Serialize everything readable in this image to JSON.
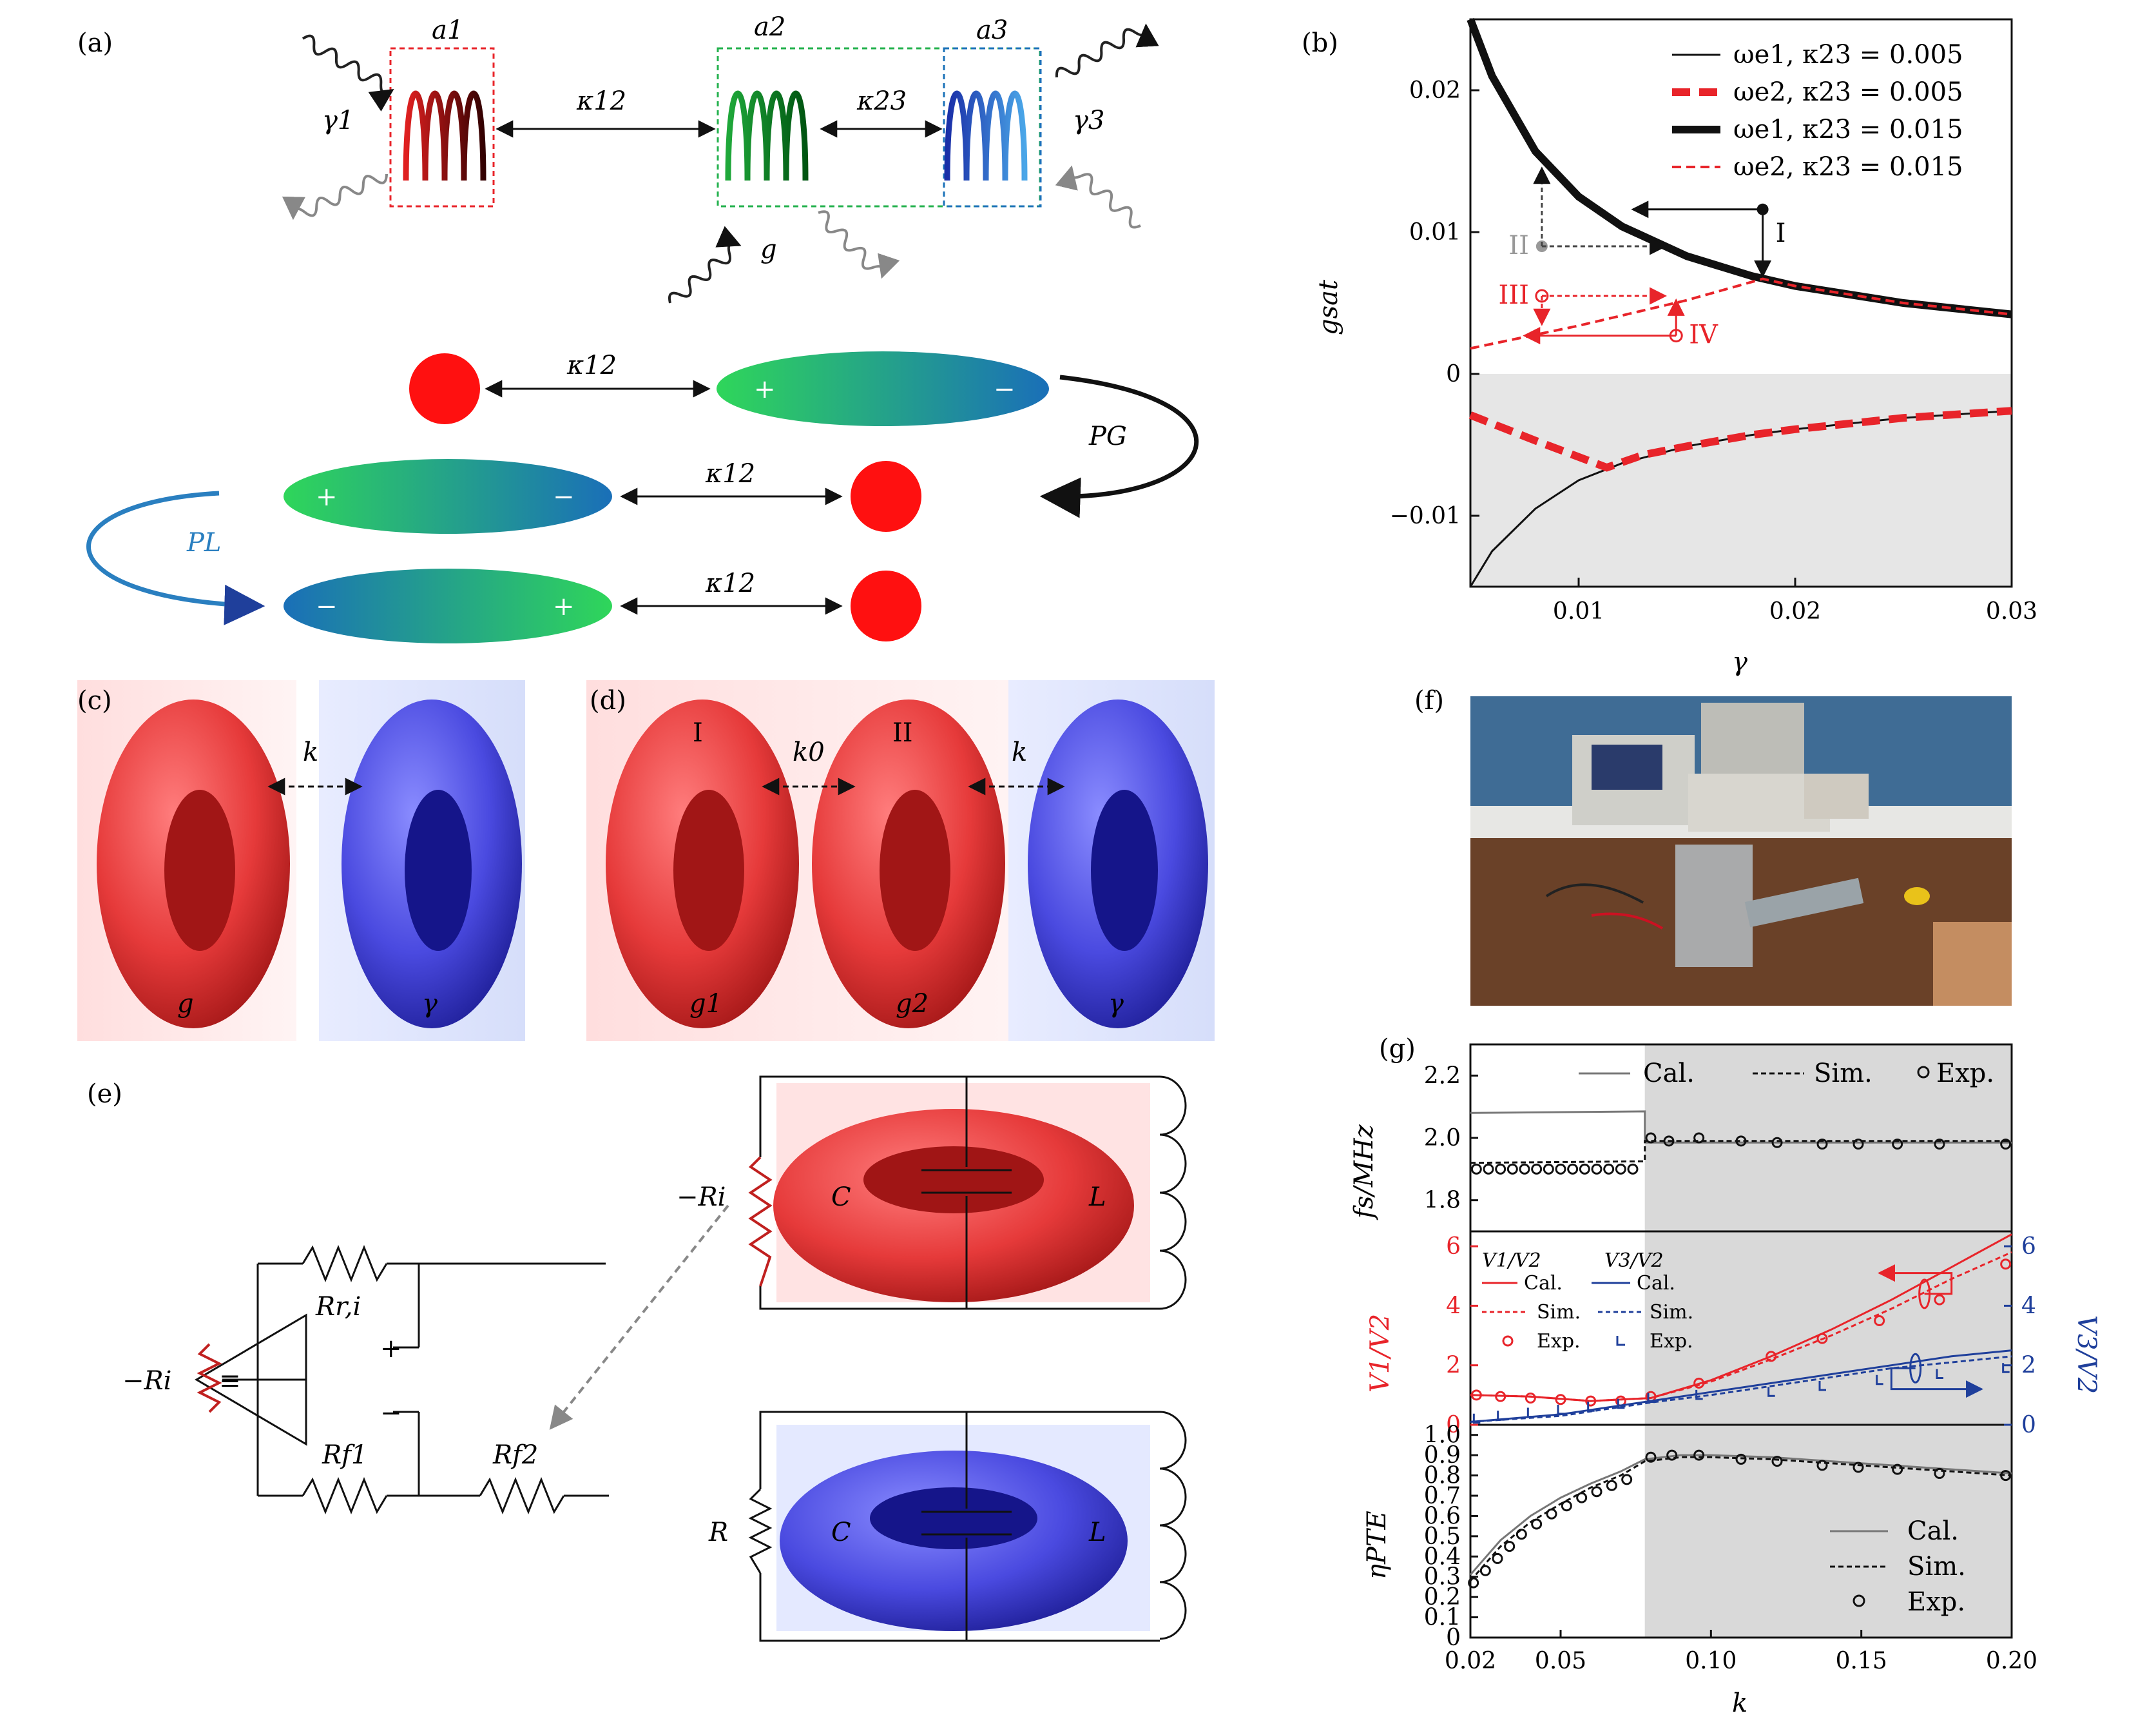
{
  "colors": {
    "red": "#e8242a",
    "blue": "#1f3f9b",
    "green": "#23b14d",
    "teal": "#1b72b8",
    "shade": "#d8d8d8",
    "black": "#111111",
    "pl_arrow": "#2a7fc0"
  },
  "panel_a": {
    "label": "(a)",
    "a1": "a1",
    "a2": "a2",
    "a3": "a3",
    "k12": "κ12",
    "k23": "κ23",
    "gamma1": "γ1",
    "gamma3": "γ3",
    "gain": "g",
    "PG": "PG",
    "PL": "PL",
    "plus": "+",
    "minus": "−"
  },
  "panel_b": {
    "label": "(b)",
    "ylabel": "gsat",
    "xlabel": "γ",
    "marks": {
      "I": "I",
      "II": "II",
      "III": "III",
      "IV": "IV"
    }
  },
  "panel_c": {
    "label": "(c)",
    "k": "k",
    "g": "g",
    "gamma": "γ"
  },
  "panel_d": {
    "label": "(d)",
    "I": "I",
    "II": "II",
    "k0": "k0",
    "k": "k",
    "g1": "g1",
    "g2": "g2",
    "gamma": "γ"
  },
  "panel_e": {
    "label": "(e)",
    "negRi": "−Ri",
    "negRi2": "−Ri",
    "equiv": "≡",
    "Rri": "Rr,i",
    "Rf1": "Rf1",
    "Rf2": "Rf2",
    "C": "C",
    "L": "L",
    "R": "R",
    "C2": "C",
    "L2": "L",
    "plus": "+",
    "minus": "−"
  },
  "panel_f": {
    "label": "(f)"
  },
  "panel_g": {
    "label": "(g)",
    "ylabel_top": "fs/MHz",
    "ylabel_mid_left": "V1/V2",
    "ylabel_mid_right": "V3/V2",
    "ylabel_bot": "ηPTE",
    "xlabel": "k",
    "legend_top": [
      "Cal.",
      "Sim.",
      "Exp."
    ],
    "legend_mid_v1": "V1/V2",
    "legend_mid_v3": "V3/V2",
    "legend_mid": [
      "Cal.",
      "Sim.",
      "Exp."
    ],
    "legend_bot": [
      "Cal.",
      "Sim.",
      "Exp."
    ]
  },
  "chart_data": [
    {
      "type": "line",
      "title": "",
      "xlabel": "γ",
      "ylabel": "gsat",
      "xlim": [
        0.005,
        0.03
      ],
      "ylim": [
        -0.015,
        0.025
      ],
      "xticks": [
        "0.01",
        "0.02",
        "0.03"
      ],
      "yticks": [
        "−0.01",
        "0",
        "0.01",
        "0.02"
      ],
      "shaded_region": "y<0",
      "legend_position": "top-right",
      "series": [
        {
          "name": "ωe1, κ23 = 0.005",
          "style": "thin-solid-black",
          "x": [
            0.005,
            0.006,
            0.008,
            0.01,
            0.012,
            0.015,
            0.018,
            0.02,
            0.025,
            0.03
          ],
          "y": [
            -0.015,
            -0.0125,
            -0.0095,
            -0.0075,
            -0.0063,
            -0.0051,
            -0.0043,
            -0.0039,
            -0.0031,
            -0.0026
          ]
        },
        {
          "name": "ωe2, κ23 = 0.005",
          "style": "thick-dashed-red",
          "x": [
            0.005,
            0.008,
            0.0113,
            0.013,
            0.015,
            0.018,
            0.02,
            0.025,
            0.03
          ],
          "y": [
            -0.0029,
            -0.0047,
            -0.0066,
            -0.0057,
            -0.0051,
            -0.0043,
            -0.0039,
            -0.0031,
            -0.0026
          ]
        },
        {
          "name": "ωe1, κ23 = 0.015",
          "style": "thick-solid-black",
          "x": [
            0.005,
            0.006,
            0.008,
            0.01,
            0.012,
            0.015,
            0.018,
            0.02,
            0.025,
            0.03
          ],
          "y": [
            0.025,
            0.021,
            0.0157,
            0.0125,
            0.0104,
            0.0083,
            0.0069,
            0.0062,
            0.005,
            0.0042
          ]
        },
        {
          "name": "ωe2, κ23 = 0.015",
          "style": "thin-dashed-red",
          "x": [
            0.005,
            0.01,
            0.015,
            0.0185,
            0.02,
            0.025,
            0.03
          ],
          "y": [
            0.0018,
            0.0034,
            0.0052,
            0.0067,
            0.0062,
            0.005,
            0.0042
          ]
        }
      ]
    },
    {
      "type": "line",
      "title": "",
      "xlabel": "k",
      "ylabel": "fs/MHz",
      "xlim": [
        0.02,
        0.2
      ],
      "ylim": [
        1.7,
        2.3
      ],
      "yticks": [
        "1.8",
        "2.0",
        "2.2"
      ],
      "shaded_region": "k>0.078",
      "series": [
        {
          "name": "Cal.",
          "x": [
            0.02,
            0.078,
            0.078,
            0.2
          ],
          "y": [
            2.08,
            2.085,
            1.985,
            1.985
          ]
        },
        {
          "name": "Sim.",
          "x": [
            0.02,
            0.078,
            0.078,
            0.2
          ],
          "y": [
            1.92,
            1.925,
            1.99,
            1.99
          ]
        },
        {
          "name": "Exp.",
          "x": [
            0.022,
            0.026,
            0.03,
            0.034,
            0.038,
            0.042,
            0.046,
            0.05,
            0.054,
            0.058,
            0.062,
            0.066,
            0.07,
            0.074,
            0.08,
            0.086,
            0.096,
            0.11,
            0.122,
            0.137,
            0.149,
            0.162,
            0.176,
            0.198
          ],
          "y": [
            1.9,
            1.9,
            1.9,
            1.9,
            1.9,
            1.9,
            1.9,
            1.9,
            1.9,
            1.9,
            1.9,
            1.9,
            1.9,
            1.9,
            2.0,
            1.99,
            2.0,
            1.99,
            1.985,
            1.98,
            1.98,
            1.98,
            1.98,
            1.98
          ]
        }
      ]
    },
    {
      "type": "line",
      "title": "",
      "xlabel": "k",
      "ylabel": "V1/V2",
      "y2label": "V3/V2",
      "xlim": [
        0.02,
        0.2
      ],
      "ylim": [
        0,
        6.5
      ],
      "yticks": [
        "0",
        "2",
        "4",
        "6"
      ],
      "series": [
        {
          "name": "V1/V2 Cal.",
          "x": [
            0.02,
            0.04,
            0.06,
            0.08,
            0.1,
            0.12,
            0.14,
            0.16,
            0.18,
            0.2
          ],
          "y": [
            1.0,
            0.95,
            0.8,
            0.9,
            1.5,
            2.3,
            3.2,
            4.2,
            5.3,
            6.4
          ]
        },
        {
          "name": "V1/V2 Sim.",
          "x": [
            0.02,
            0.04,
            0.06,
            0.08,
            0.1,
            0.12,
            0.14,
            0.16,
            0.18,
            0.2
          ],
          "y": [
            1.0,
            0.95,
            0.8,
            0.9,
            1.45,
            2.2,
            3.0,
            3.9,
            4.9,
            5.8
          ]
        },
        {
          "name": "V1/V2 Exp.",
          "x": [
            0.022,
            0.03,
            0.04,
            0.05,
            0.06,
            0.07,
            0.08,
            0.096,
            0.12,
            0.137,
            0.156,
            0.176,
            0.198
          ],
          "y": [
            1.0,
            0.95,
            0.9,
            0.85,
            0.8,
            0.8,
            0.95,
            1.4,
            2.3,
            2.9,
            3.5,
            4.2,
            5.4
          ]
        },
        {
          "name": "V3/V2 Cal.",
          "x": [
            0.02,
            0.05,
            0.08,
            0.1,
            0.12,
            0.14,
            0.16,
            0.18,
            0.2
          ],
          "y": [
            0.1,
            0.35,
            0.8,
            1.1,
            1.4,
            1.7,
            2.0,
            2.3,
            2.5
          ]
        },
        {
          "name": "V3/V2 Sim.",
          "x": [
            0.02,
            0.05,
            0.08,
            0.1,
            0.12,
            0.14,
            0.16,
            0.18,
            0.2
          ],
          "y": [
            0.1,
            0.3,
            0.75,
            1.0,
            1.3,
            1.6,
            1.9,
            2.1,
            2.3
          ]
        },
        {
          "name": "V3/V2 Exp.",
          "x": [
            0.022,
            0.03,
            0.04,
            0.05,
            0.06,
            0.07,
            0.08,
            0.096,
            0.12,
            0.137,
            0.156,
            0.176,
            0.198
          ],
          "y": [
            0.2,
            0.3,
            0.4,
            0.5,
            0.6,
            0.7,
            0.9,
            1.0,
            1.1,
            1.3,
            1.5,
            1.7,
            1.9
          ]
        }
      ]
    },
    {
      "type": "line",
      "title": "",
      "xlabel": "k",
      "ylabel": "ηPTE",
      "xlim": [
        0.02,
        0.2
      ],
      "ylim": [
        0,
        1.05
      ],
      "xticks": [
        "0.02",
        "0.05",
        "0.10",
        "0.15",
        "0.20"
      ],
      "yticks": [
        "0",
        "0.1",
        "0.2",
        "0.3",
        "0.4",
        "0.5",
        "0.6",
        "0.7",
        "0.8",
        "0.9",
        "1.0"
      ],
      "series": [
        {
          "name": "Cal.",
          "x": [
            0.02,
            0.03,
            0.04,
            0.05,
            0.06,
            0.07,
            0.078,
            0.09,
            0.1,
            0.12,
            0.15,
            0.18,
            0.2
          ],
          "y": [
            0.31,
            0.48,
            0.6,
            0.69,
            0.76,
            0.82,
            0.88,
            0.9,
            0.9,
            0.89,
            0.86,
            0.83,
            0.81
          ]
        },
        {
          "name": "Sim.",
          "x": [
            0.02,
            0.03,
            0.04,
            0.05,
            0.06,
            0.07,
            0.078,
            0.09,
            0.1,
            0.12,
            0.15,
            0.18,
            0.2
          ],
          "y": [
            0.28,
            0.45,
            0.57,
            0.66,
            0.74,
            0.8,
            0.87,
            0.89,
            0.89,
            0.88,
            0.85,
            0.82,
            0.8
          ]
        },
        {
          "name": "Exp.",
          "x": [
            0.021,
            0.025,
            0.029,
            0.033,
            0.037,
            0.042,
            0.047,
            0.052,
            0.057,
            0.062,
            0.067,
            0.072,
            0.08,
            0.087,
            0.096,
            0.11,
            0.122,
            0.137,
            0.149,
            0.162,
            0.176,
            0.198
          ],
          "y": [
            0.27,
            0.33,
            0.39,
            0.45,
            0.51,
            0.56,
            0.61,
            0.65,
            0.69,
            0.72,
            0.75,
            0.78,
            0.89,
            0.9,
            0.9,
            0.88,
            0.87,
            0.85,
            0.84,
            0.83,
            0.81,
            0.8
          ]
        }
      ]
    }
  ]
}
